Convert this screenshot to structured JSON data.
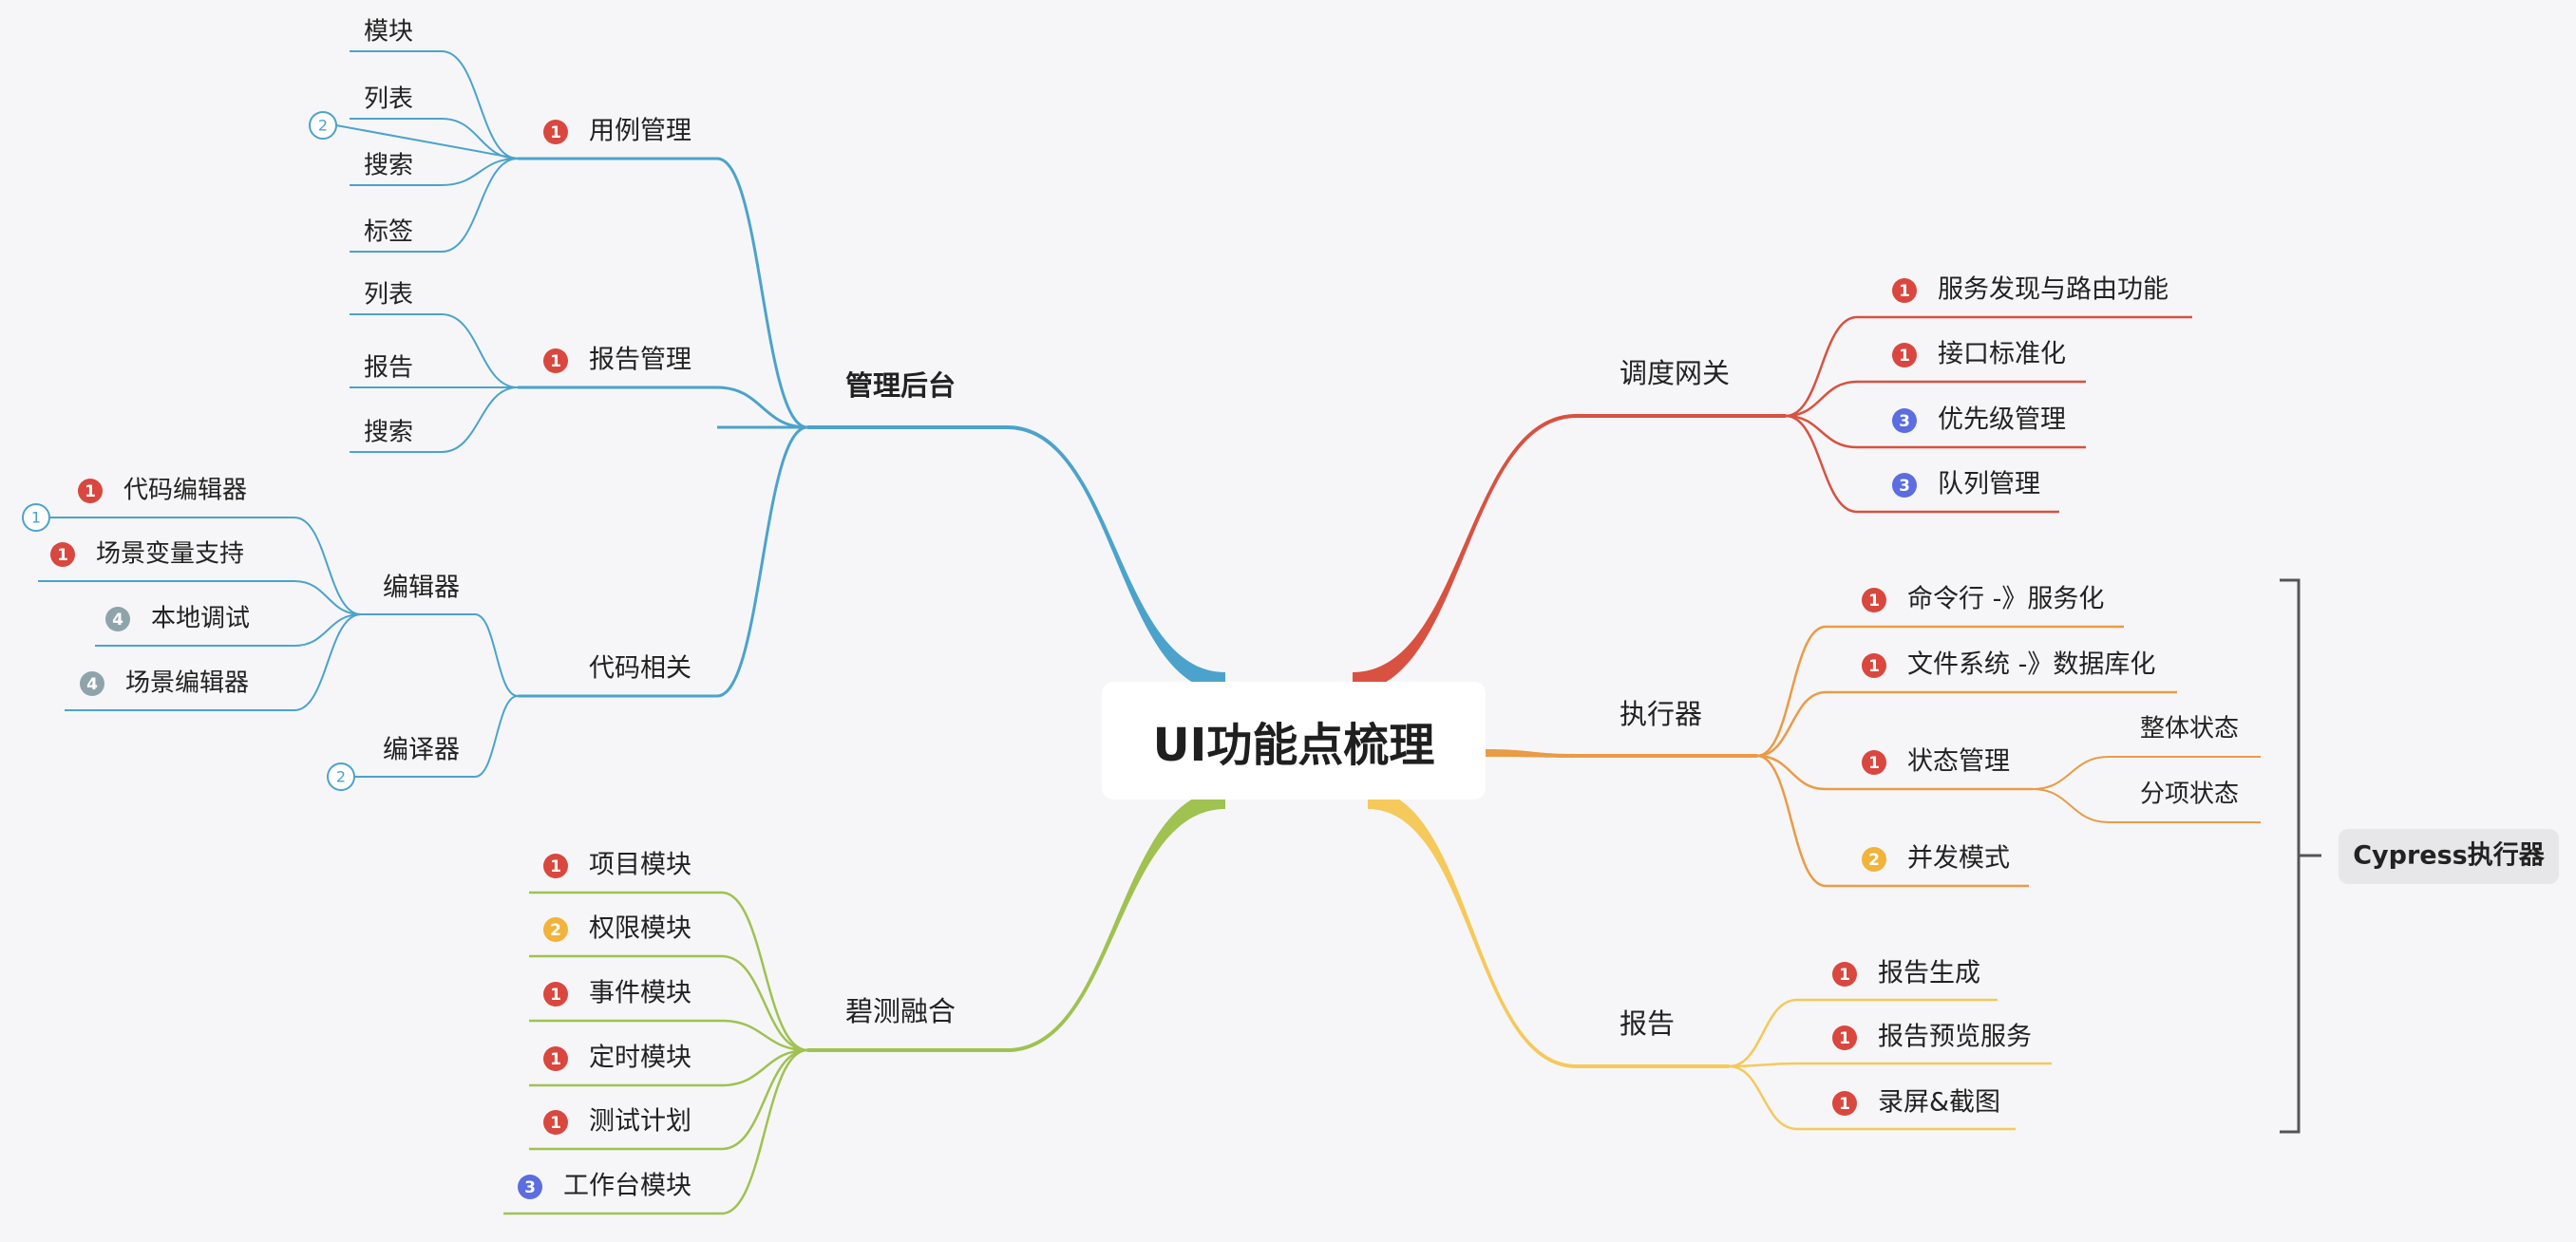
{
  "root": "UI功能点梳理",
  "branches": [
    {
      "label": "管理后台",
      "color": "#4ba3cc",
      "children": [
        {
          "label": "用例管理",
          "priority": "1",
          "children": [
            "模块",
            "列表",
            "搜索",
            "标签"
          ],
          "collapsed_count": "2"
        },
        {
          "label": "报告管理",
          "priority": "1",
          "children": [
            "列表",
            "报告",
            "搜索"
          ]
        },
        {
          "label": "代码相关",
          "children": [
            {
              "label": "编辑器",
              "children": [
                {
                  "label": "代码编辑器",
                  "priority": "1"
                },
                {
                  "label": "场景变量支持",
                  "priority": "1"
                },
                {
                  "label": "本地调试",
                  "priority": "4"
                },
                {
                  "label": "场景编辑器",
                  "priority": "4"
                }
              ],
              "collapsed_count": "1"
            },
            {
              "label": "编译器",
              "collapsed_count": "2"
            }
          ]
        }
      ]
    },
    {
      "label": "碧测融合",
      "color": "#9fc250",
      "children": [
        {
          "label": "项目模块",
          "priority": "1"
        },
        {
          "label": "权限模块",
          "priority": "2"
        },
        {
          "label": "事件模块",
          "priority": "1"
        },
        {
          "label": "定时模块",
          "priority": "1"
        },
        {
          "label": "测试计划",
          "priority": "1"
        },
        {
          "label": "工作台模块",
          "priority": "3"
        }
      ]
    },
    {
      "label": "调度网关",
      "color": "#d95140",
      "children": [
        {
          "label": "服务发现与路由功能",
          "priority": "1"
        },
        {
          "label": "接口标准化",
          "priority": "1"
        },
        {
          "label": "优先级管理",
          "priority": "3"
        },
        {
          "label": "队列管理",
          "priority": "3"
        }
      ]
    },
    {
      "label": "执行器",
      "color": "#ea9b45",
      "children": [
        {
          "label": "命令行 -》服务化",
          "priority": "1"
        },
        {
          "label": "文件系统 -》数据库化",
          "priority": "1"
        },
        {
          "label": "状态管理",
          "priority": "1",
          "children": [
            "整体状态",
            "分项状态"
          ]
        },
        {
          "label": "并发模式",
          "priority": "2"
        }
      ]
    },
    {
      "label": "报告",
      "color": "#f5c95a",
      "children": [
        {
          "label": "报告生成",
          "priority": "1"
        },
        {
          "label": "报告预览服务",
          "priority": "1"
        },
        {
          "label": "录屏&截图",
          "priority": "1"
        }
      ]
    }
  ],
  "summary": {
    "label": "Cypress执行器"
  },
  "colors": {
    "p1": "#d9473f",
    "p2": "#f2b33a",
    "p3": "#5b6de0",
    "p4": "#8ea4aa",
    "background": "#f6f6f8"
  }
}
